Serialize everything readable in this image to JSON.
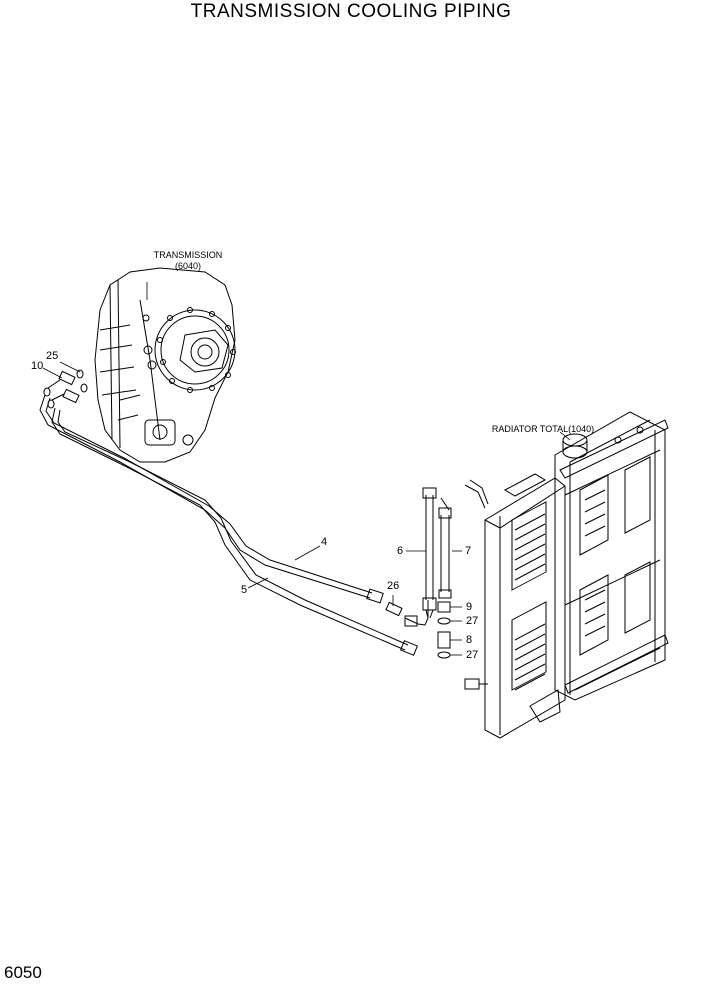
{
  "title": "TRANSMISSION COOLING PIPING",
  "page_number": "6050",
  "captions": {
    "transmission_line1": "TRANSMISSION",
    "transmission_line2": "(6040)",
    "radiator": "RADIATOR TOTAL(1040)"
  },
  "callouts": {
    "c4": "4",
    "c5": "5",
    "c6": "6",
    "c7": "7",
    "c8": "8",
    "c9": "9",
    "c10": "10",
    "c25": "25",
    "c26": "26",
    "c27a": "27",
    "c27b": "27"
  }
}
